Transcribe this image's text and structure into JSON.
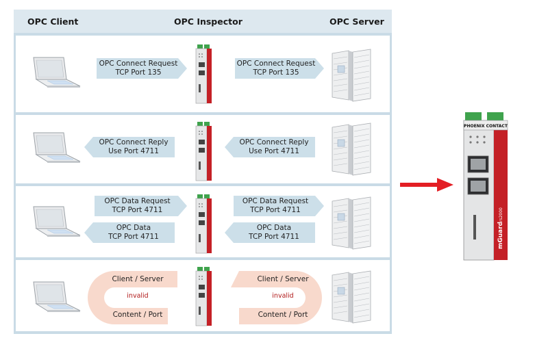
{
  "header": {
    "client": "OPC Client",
    "inspector": "OPC Inspector",
    "server": "OPC Server"
  },
  "rows": [
    {
      "left_arrow": {
        "line1": "OPC Connect Request",
        "line2": "TCP Port 135"
      },
      "right_arrow": {
        "line1": "OPC Connect Request",
        "line2": "TCP Port 135"
      }
    },
    {
      "left_arrow": {
        "line1": "OPC Connect Reply",
        "line2": "Use Port 4711"
      },
      "right_arrow": {
        "line1": "OPC Connect Reply",
        "line2": "Use Port 4711"
      }
    },
    {
      "left_top": {
        "line1": "OPC Data Request",
        "line2": "TCP Port 4711"
      },
      "right_top": {
        "line1": "OPC Data Request",
        "line2": "TCP Port 4711"
      },
      "left_bottom": {
        "line1": "OPC Data",
        "line2": "TCP Port 4711"
      },
      "right_bottom": {
        "line1": "OPC Data",
        "line2": "TCP Port 4711"
      }
    },
    {
      "left_loop": {
        "top": "Client / Server",
        "middle": "invalid",
        "bottom": "Content / Port"
      },
      "right_loop": {
        "top": "Client / Server",
        "middle": "invalid",
        "bottom": "Content / Port"
      }
    }
  ],
  "big_device": {
    "brand": "PHOENIX CONTACT",
    "product": "mGuard",
    "model": "rs2000"
  },
  "colors": {
    "frame": "#c9dbe6",
    "arrow": "#ccdfe9",
    "loop": "#f8d9cc",
    "invalid_text": "#b01818",
    "red_arrow": "#e31e24",
    "device_red": "#c42026"
  }
}
